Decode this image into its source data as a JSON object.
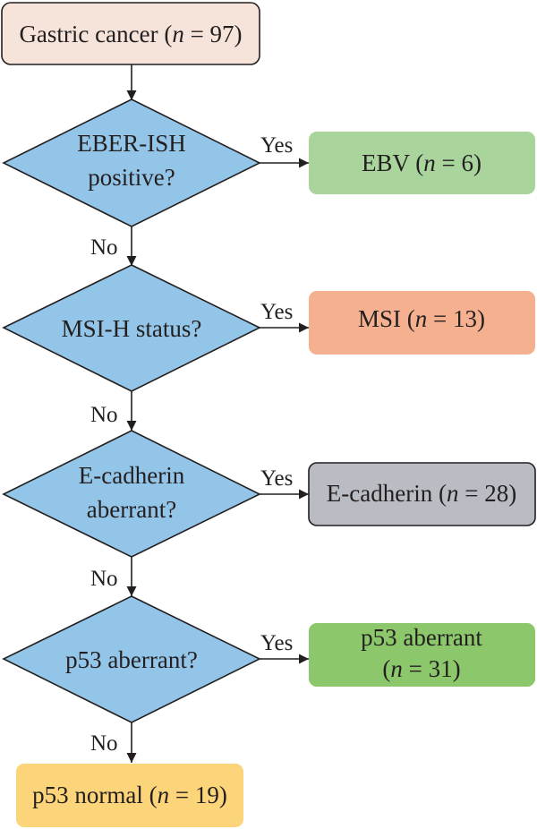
{
  "start": {
    "text": "Gastric cancer (",
    "n": "n",
    "count": " = 97)",
    "fill": "#f6e4da"
  },
  "decisions": [
    {
      "lines": [
        "EBER-ISH",
        "positive?"
      ]
    },
    {
      "lines": [
        "MSI-H status?"
      ]
    },
    {
      "lines": [
        "E-cadherin",
        "aberrant?"
      ]
    },
    {
      "lines": [
        "p53 aberrant?"
      ]
    }
  ],
  "decision_fill": "#93c5e8",
  "yes_label": "Yes",
  "no_label": "No",
  "outcomes": [
    {
      "text": "EBV (",
      "n": "n",
      "count": " = 6)",
      "fill": "#a9d49c"
    },
    {
      "text": "MSI (",
      "n": "n",
      "count": " = 13)",
      "fill": "#f4b08f"
    },
    {
      "text": "E-cadherin (",
      "n": "n",
      "count": " = 28)",
      "fill": "#b9bcc2"
    },
    {
      "line1": "p53 aberrant",
      "line2_open": "(",
      "n": "n",
      "line2_close": " = 31)",
      "fill": "#8cc86b"
    }
  ],
  "end": {
    "text": "p53 normal (",
    "n": "n",
    "count": " = 19)",
    "fill": "#fcd57a"
  }
}
